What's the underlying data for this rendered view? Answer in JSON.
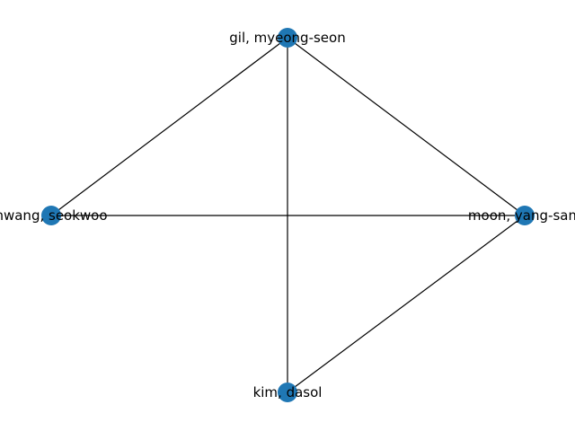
{
  "graph": {
    "node_color": "#1f77b4",
    "edge_color": "#000000",
    "nodes": [
      {
        "id": "gil",
        "label": "gil, myeong-seon"
      },
      {
        "id": "hwang",
        "label": "hwang, seokwoo"
      },
      {
        "id": "moon",
        "label": "moon, yang-sam"
      },
      {
        "id": "kim",
        "label": "kim, dasol"
      }
    ],
    "edges": [
      [
        "gil",
        "hwang"
      ],
      [
        "gil",
        "moon"
      ],
      [
        "gil",
        "kim"
      ],
      [
        "hwang",
        "moon"
      ],
      [
        "moon",
        "kim"
      ]
    ]
  }
}
